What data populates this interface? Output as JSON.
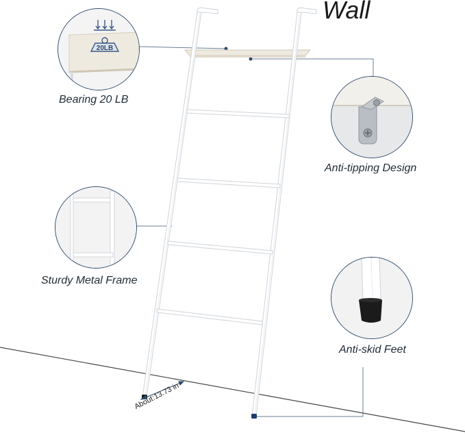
{
  "title": "Wall",
  "features": {
    "bearing": "Bearing 20 LB",
    "anti_tipping": "Anti-tipping Design",
    "frame": "Sturdy Metal Frame",
    "feet": "Anti-skid Feet"
  },
  "weight_badge": "20LB",
  "dimension": "About:13.73 in",
  "colors": {
    "callout_border": "#2e4a6b",
    "ladder": "#ffffff",
    "shelf": "#efeae0"
  }
}
